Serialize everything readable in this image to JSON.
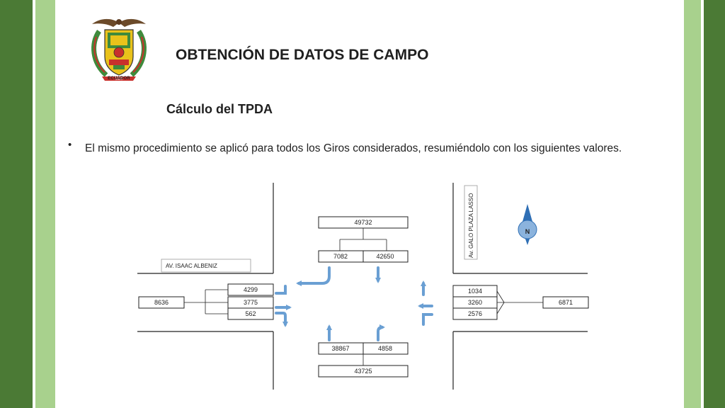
{
  "logo": {
    "text": "ECUADOR",
    "colors": {
      "red": "#c8302c",
      "yellow": "#e9c21b",
      "green": "#3f8a3c",
      "brown": "#6b4a2a"
    }
  },
  "title": "OBTENCIÓN DE DATOS DE CAMPO",
  "subtitle": "Cálculo del TPDA",
  "bullet": {
    "symbol": "•",
    "text": "El mismo procedimiento se aplicó para todos los Giros considerados, resumiéndolo con los siguientes valores."
  },
  "diagram": {
    "streets": {
      "west": "AV. ISAAC ALBENIZ",
      "east": "Av. GALO PLAZA LASSO"
    },
    "compass": {
      "letter": "N"
    },
    "north": {
      "total": "49732",
      "left": "7082",
      "right": "42650"
    },
    "south": {
      "left": "38867",
      "right": "4858",
      "total": "43725"
    },
    "west": {
      "total": "8636",
      "values": [
        "4299",
        "3775",
        "562"
      ]
    },
    "east": {
      "total": "6871",
      "values": [
        "1034",
        "3260",
        "2576"
      ]
    },
    "colors": {
      "arrow": "#6a9fd3",
      "compass": "#2f6fb5",
      "line": "#222222"
    }
  }
}
